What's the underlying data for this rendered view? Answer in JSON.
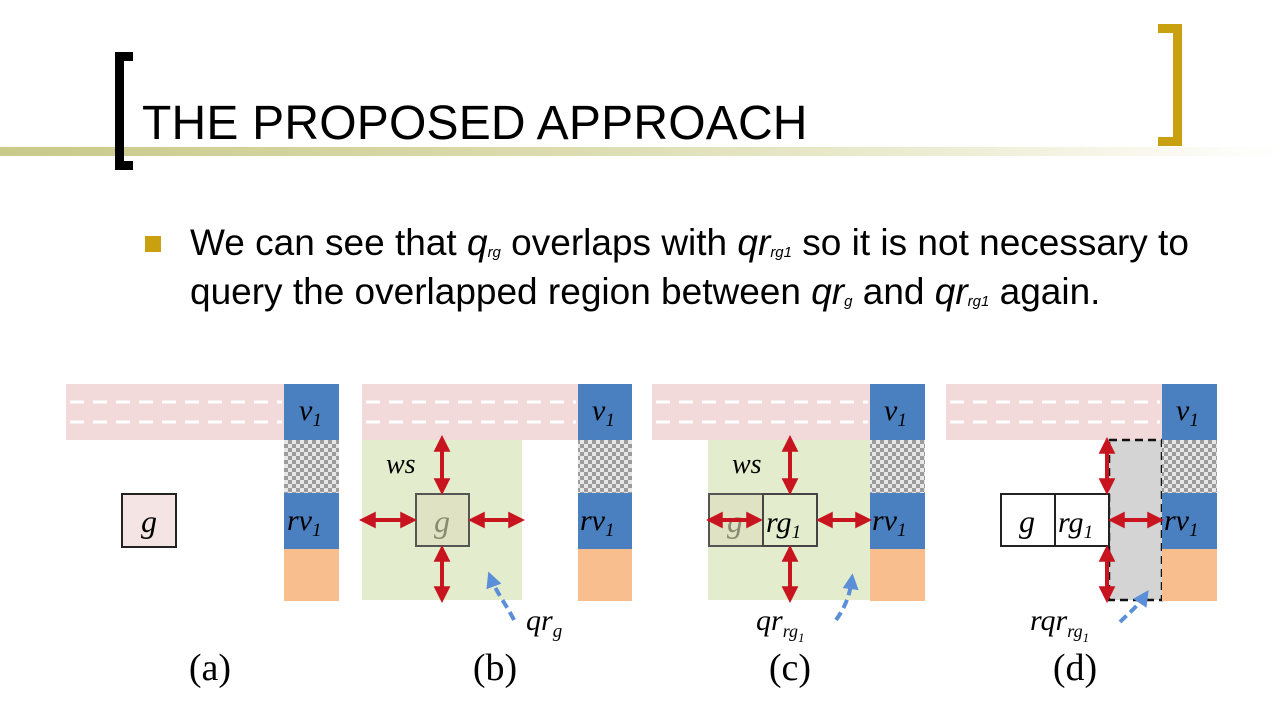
{
  "slide": {
    "title": "THE PROPOSED APPROACH",
    "bullet": {
      "t1": "We can see that ",
      "q": "q",
      "q_sub": "rg",
      "t2": " overlaps with ",
      "qr1": "qr",
      "qr1_sub": "rg1",
      "t3": " so it is not necessary to query the overlapped region between ",
      "qr2": "qr",
      "qr2_sub": "g",
      "t4": " and ",
      "qr3": "qr",
      "qr3_sub": "rg1",
      "t5": " again."
    }
  },
  "colors": {
    "bracket_left": "#000000",
    "bracket_right": "#c8a010",
    "bullet": "#c8a010",
    "road": "#f2dada",
    "vehicle_blue": "#4a7fc0",
    "vehicle_orange": "#f9be8e",
    "query_region": "#e3eccd",
    "reduced_region": "#d4d4d4",
    "arrow_red": "#c8141e",
    "arrow_blue": "#5b8fd8"
  },
  "figure": {
    "panels": [
      {
        "caption": "(a)",
        "v": "v",
        "v_sub": "1",
        "rv": "rv",
        "rv_sub": "1",
        "g": "g"
      },
      {
        "caption": "(b)",
        "v": "v",
        "v_sub": "1",
        "rv": "rv",
        "rv_sub": "1",
        "g": "g",
        "ws": "ws",
        "qr": "qr",
        "qr_sub": "g"
      },
      {
        "caption": "(c)",
        "v": "v",
        "v_sub": "1",
        "rv": "rv",
        "rv_sub": "1",
        "g": "g",
        "rg": "rg",
        "rg_sub": "1",
        "ws": "ws",
        "qr": "qr",
        "qr_sub": "rg",
        "qr_sub2": "1"
      },
      {
        "caption": "(d)",
        "v": "v",
        "v_sub": "1",
        "rv": "rv",
        "rv_sub": "1",
        "g": "g",
        "rg": "rg",
        "rg_sub": "1",
        "rqr": "rqr",
        "rqr_sub": "rg",
        "rqr_sub2": "1"
      }
    ]
  }
}
